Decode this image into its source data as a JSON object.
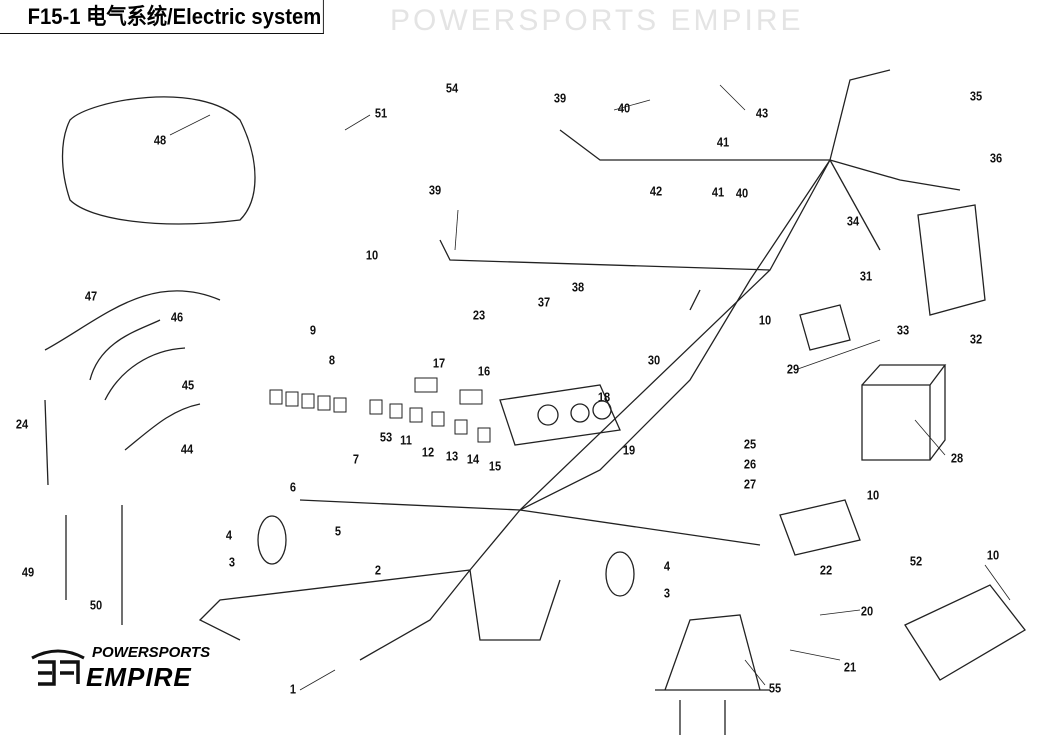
{
  "title": "F15-1 电气系统/Electric system",
  "watermark": "POWERSPORTS EMPIRE",
  "logo": {
    "line1": "POWERSPORTS",
    "line2": "EMPIRE"
  },
  "labels": [
    "48",
    "51",
    "54",
    "39",
    "40",
    "41",
    "43",
    "35",
    "36",
    "39",
    "42",
    "41",
    "40",
    "34",
    "10",
    "9",
    "31",
    "37",
    "38",
    "23",
    "10",
    "33",
    "32",
    "29",
    "47",
    "46",
    "45",
    "44",
    "24",
    "8",
    "17",
    "16",
    "18",
    "30",
    "28",
    "7",
    "53",
    "11",
    "12",
    "13",
    "14",
    "15",
    "25",
    "26",
    "27",
    "19",
    "6",
    "10",
    "5",
    "4",
    "2",
    "3",
    "22",
    "4",
    "3",
    "52",
    "10",
    "49",
    "50",
    "20",
    "21",
    "55",
    "1"
  ]
}
